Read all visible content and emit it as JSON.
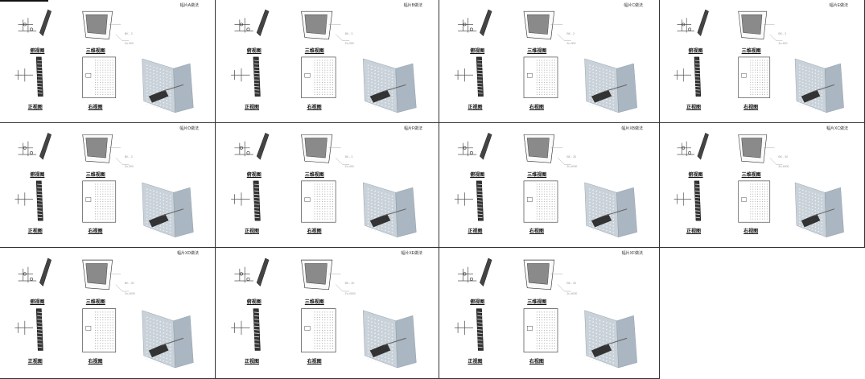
{
  "sheet": {
    "panels": [
      {
        "title": "幅片A做法",
        "labels": {
          "top": "俯视图",
          "iso": "三维视图",
          "front": "正视图",
          "right": "右视图"
        },
        "anno": [
          "BK - 3",
          "Zu-300"
        ]
      },
      {
        "title": "幅片B做法",
        "labels": {
          "top": "俯视图",
          "iso": "三维视图",
          "front": "正视图",
          "right": "右视图"
        },
        "anno": [
          "BK - 3",
          "Zu-300"
        ]
      },
      {
        "title": "幅片C做法",
        "labels": {
          "top": "俯视图",
          "iso": "三维视图",
          "front": "正视图",
          "right": "右视图"
        },
        "anno": [
          "BK - 3",
          "Zu-300"
        ]
      },
      {
        "title": "幅片E做法",
        "labels": {
          "top": "俯视图",
          "iso": "三维视图",
          "front": "正视图",
          "right": "右视图"
        },
        "anno": [
          "BK - 3",
          "Zu-400"
        ]
      },
      {
        "title": "幅片D做法",
        "labels": {
          "top": "俯视图",
          "iso": "三维视图",
          "front": "正视图",
          "right": "右视图"
        },
        "anno": [
          "BK - 3",
          "Zu-300"
        ]
      },
      {
        "title": "幅片F做法",
        "labels": {
          "top": "俯视图",
          "iso": "三维视图",
          "front": "正视图",
          "right": "右视图"
        },
        "anno": [
          "BK - 3",
          "Zu-400"
        ]
      },
      {
        "title": "幅片XB做法",
        "labels": {
          "top": "俯视图",
          "iso": "三维视图",
          "front": "正视图",
          "right": "右视图"
        },
        "anno": [
          "BK - 30",
          "Zu-4000"
        ]
      },
      {
        "title": "幅片XC做法",
        "labels": {
          "top": "俯视图",
          "iso": "三维视图",
          "front": "正视图",
          "right": "右视图"
        },
        "anno": [
          "BK - 30",
          "Zu-4000"
        ]
      },
      {
        "title": "幅片XD做法",
        "labels": {
          "top": "俯视图",
          "iso": "三维视图",
          "front": "正视图",
          "right": "右视图"
        },
        "anno": [
          "BK - 30",
          "Zu-4000"
        ]
      },
      {
        "title": "幅片XE做法",
        "labels": {
          "top": "俯视图",
          "iso": "三维视图",
          "front": "正视图",
          "right": "右视图"
        },
        "anno": [
          "BK - 30",
          "Zu-4000"
        ]
      },
      {
        "title": "幅片XF做法",
        "labels": {
          "top": "俯视图",
          "iso": "三维视图",
          "front": "正视图",
          "right": "右视图"
        },
        "anno": [
          "BK - 30",
          "Zu-4000"
        ]
      }
    ]
  }
}
